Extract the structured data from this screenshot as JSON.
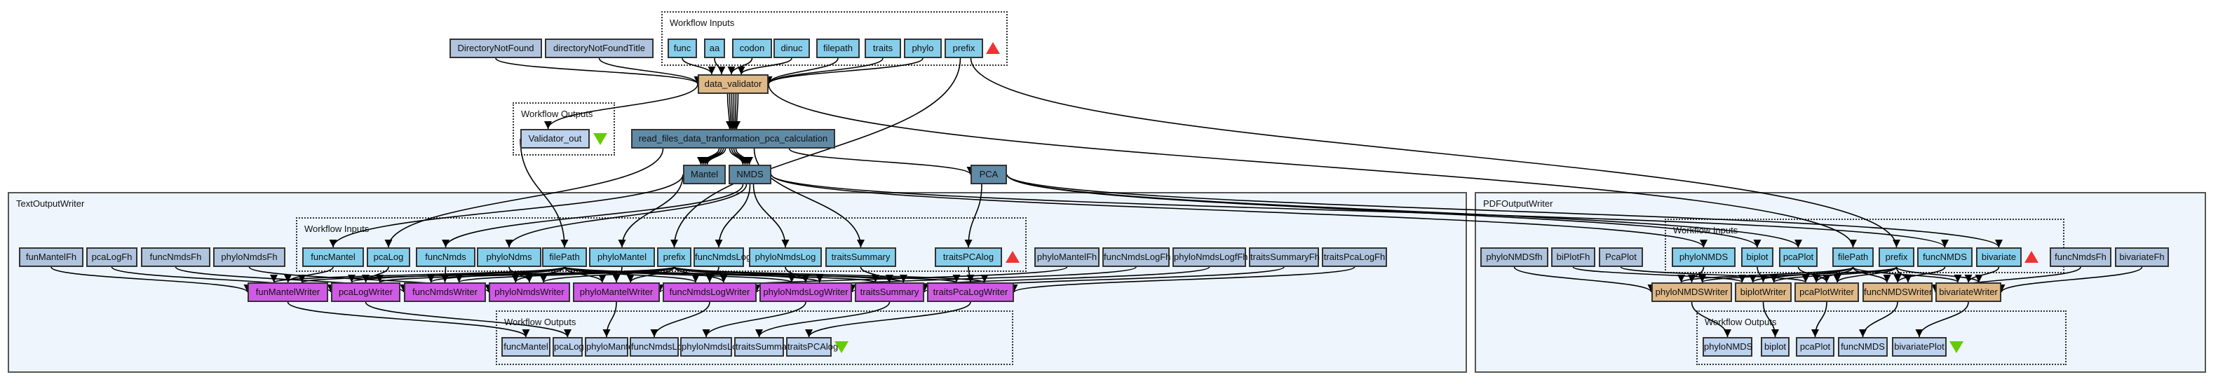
{
  "diagram": {
    "clusters": {
      "top_inputs": "Workflow Inputs",
      "validator_outputs": "Workflow Outputs",
      "text_writer": "TextOutputWriter",
      "text_inputs": "Workflow Inputs",
      "text_outputs": "Workflow Outputs",
      "pdf_writer": "PDFOutputWriter",
      "pdf_inputs": "Workflow Inputs",
      "pdf_outputs": "Workflow Outputs"
    },
    "colors": {
      "workflow_input": "#87ceeb",
      "constant": "#b0c4de",
      "workflow_output": "#bcd2ee",
      "processor": "#deb887",
      "beanshell": "#5f8ba7",
      "text_writer": "#d05ae6",
      "subworkflow_bg": "#eef5fd",
      "input_marker": "#ee3333",
      "output_marker": "#66cc00"
    },
    "top": {
      "constants": [
        "DirectoryNotFound",
        "directoryNotFoundTitle"
      ],
      "inputs": [
        "func",
        "aa",
        "codon",
        "dinuc",
        "filepath",
        "traits",
        "phylo",
        "prefix"
      ],
      "validator": "data_validator",
      "validator_output": "Validator_out",
      "transform": "read_files_data_tranformation_pca_calculation",
      "mantel": "Mantel",
      "nmds": "NMDS",
      "pca": "PCA"
    },
    "text": {
      "left_constants": [
        "funMantelFh",
        "pcaLogFh",
        "funcNmdsFh",
        "phyloNmdsFh"
      ],
      "inputs": [
        "funcMantel",
        "pcaLog",
        "funcNmds",
        "phyloNdms",
        "filePath",
        "phyloMantel",
        "prefix",
        "funcNmdsLog",
        "phyloNmdsLog",
        "traitsSummary",
        "traitsPCAlog"
      ],
      "right_constants": [
        "phyloMantelFh",
        "funcNmdsLogFh",
        "phyloNmdsLogfFh",
        "traitsSummaryFh",
        "traitsPcaLogFh"
      ],
      "writers": [
        "funMantelWriter",
        "pcaLogWriter",
        "funcNmdsWriter",
        "phyloNmdsWriter",
        "phyloMantelWriter",
        "funcNmdsLogWriter",
        "phyloNmdsLogWriter",
        "traitsSummary",
        "traitsPcaLogWriter"
      ],
      "outputs": [
        "funcMantel",
        "pcaLog",
        "phyloMantel",
        "funcNmdsLog",
        "phyloNmdsLog",
        "traitsSummary",
        "traitsPCAlog"
      ]
    },
    "pdf": {
      "left_constants": [
        "phyloNMDSfh",
        "biPlotFh",
        "PcaPlot"
      ],
      "inputs": [
        "phyloNMDS",
        "biplot",
        "pcaPlot",
        "filePath",
        "prefix",
        "funcNMDS",
        "bivariate"
      ],
      "right_constants": [
        "funcNmdsFh",
        "bivariateFh"
      ],
      "writers": [
        "phyloNMDSWriter",
        "biplotWriter",
        "pcaPlotWriter",
        "funcNMDSWriter",
        "bivariateWriter"
      ],
      "outputs": [
        "phyloNMDS",
        "biplot",
        "pcaPlot",
        "funcNMDS",
        "bivariatePlot"
      ]
    }
  }
}
